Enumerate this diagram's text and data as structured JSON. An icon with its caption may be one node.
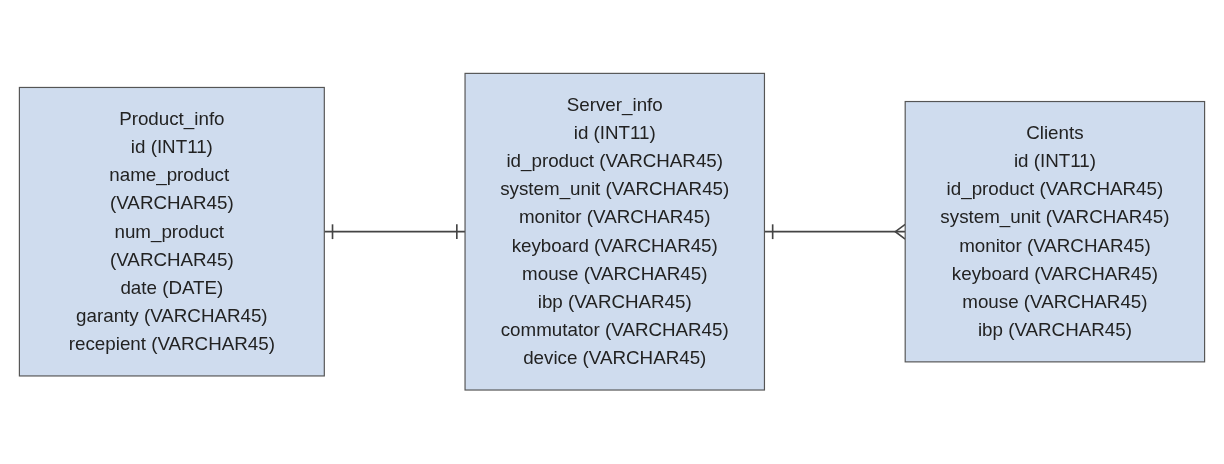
{
  "diagram": {
    "nodes": [
      {
        "text": [
          "Product_info",
          "id (INT11)",
          "name_product (VARCHAR45)",
          "num_product (VARCHAR45)",
          "date (DATE)",
          "garanty (VARCHAR45)",
          "recepient (VARCHAR45)"
        ]
      },
      {
        "text": [
          "Server_info",
          "id (INT11)",
          "id_product (VARCHAR45)",
          "system_unit (VARCHAR45)",
          "monitor (VARCHAR45)",
          "keyboard (VARCHAR45)",
          "mouse (VARCHAR45)",
          "ibp (VARCHAR45)",
          "commutator (VARCHAR45)",
          "device (VARCHAR45)"
        ]
      },
      {
        "text": [
          "Clients",
          "id (INT11)",
          "id_product (VARCHAR45)",
          "system_unit (VARCHAR45)",
          "monitor (VARCHAR45)",
          "keyboard (VARCHAR45)",
          "mouse (VARCHAR45)",
          "ibp (VARCHAR45)"
        ]
      }
    ],
    "edges": [
      {
        "from": 0,
        "to": 1,
        "arrow": "other"
      },
      {
        "from": 1,
        "to": 2,
        "arrow": "other"
      }
    ]
  }
}
